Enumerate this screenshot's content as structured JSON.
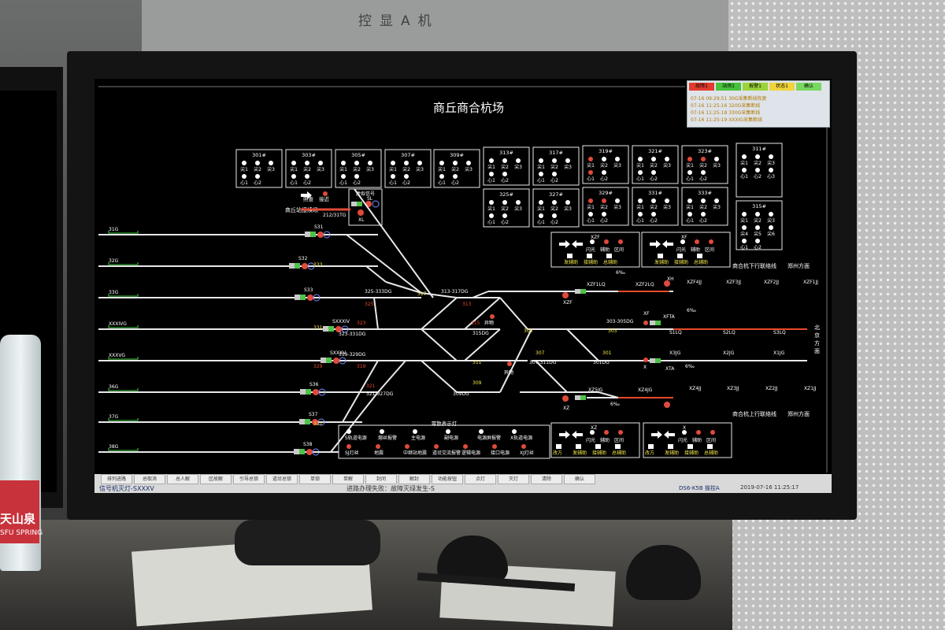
{
  "environment": {
    "cabinet_label": "控显A机",
    "bottle_brand": "天山泉",
    "bottle_brand_en": "SFU SPRING"
  },
  "screen": {
    "title": "商丘商合杭场",
    "alarm_buttons": [
      {
        "label": "故障1",
        "color": "#e23b2e"
      },
      {
        "label": "站场1",
        "color": "#48c23a"
      },
      {
        "label": "报警1",
        "color": "#9ad33a"
      },
      {
        "label": "状态1",
        "color": "#f0d43a"
      },
      {
        "label": "确认",
        "color": "#78d860"
      }
    ],
    "alarm_log": [
      "07-16 09:29:51 30G采集断线恢复",
      "07-16 11:25:16 320G采集断线",
      "07-16 11:25:18 330G采集断线",
      "07-16 11:25:19 XXXIG采集断线"
    ],
    "switch_boxes": [
      {
        "id": "301#",
        "rows": [
          [
            "尖1",
            "尖2",
            "尖3"
          ],
          [
            "心1",
            "心2"
          ]
        ],
        "red": []
      },
      {
        "id": "303#",
        "rows": [
          [
            "尖1",
            "尖2",
            "尖3"
          ],
          [
            "心1",
            "心2"
          ]
        ],
        "red": []
      },
      {
        "id": "305#",
        "rows": [
          [
            "尖1",
            "尖2",
            "尖3"
          ],
          [
            "心1",
            "心2"
          ]
        ],
        "red": []
      },
      {
        "id": "307#",
        "rows": [
          [
            "尖1",
            "尖2",
            "尖3"
          ],
          [
            "心1",
            "心2"
          ]
        ],
        "red": []
      },
      {
        "id": "309#",
        "rows": [
          [
            "尖1",
            "尖2",
            "尖3"
          ],
          [
            "心1",
            "心2"
          ]
        ],
        "red": []
      },
      {
        "id": "313#",
        "rows": [
          [
            "尖1",
            "尖2",
            "尖3"
          ],
          [
            "心1",
            "心2"
          ]
        ],
        "red": []
      },
      {
        "id": "317#",
        "rows": [
          [
            "尖1",
            "尖2",
            "尖3"
          ],
          [
            "心1",
            "心2"
          ]
        ],
        "red": []
      },
      {
        "id": "319#",
        "rows": [
          [
            "尖1",
            "尖2",
            "尖3"
          ],
          [
            "心1",
            "心2"
          ]
        ],
        "red": [
          0,
          3
        ]
      },
      {
        "id": "321#",
        "rows": [
          [
            "尖1",
            "尖2",
            "尖3"
          ],
          [
            "心1",
            "心2"
          ]
        ],
        "red": []
      },
      {
        "id": "323#",
        "rows": [
          [
            "尖1",
            "尖2",
            "尖3"
          ],
          [
            "心1",
            "心2"
          ]
        ],
        "red": [
          0,
          1
        ]
      },
      {
        "id": "311#",
        "rows": [
          [
            "尖1",
            "尖2",
            "尖3"
          ],
          [
            "心1",
            "心2",
            "心3"
          ]
        ],
        "red": []
      },
      {
        "id": "325#",
        "rows": [
          [
            "尖1",
            "尖2",
            "尖3"
          ],
          [
            "心1",
            "心2"
          ]
        ],
        "red": []
      },
      {
        "id": "327#",
        "rows": [
          [
            "尖1",
            "尖2",
            "尖3"
          ],
          [
            "心1",
            "心2"
          ]
        ],
        "red": []
      },
      {
        "id": "329#",
        "rows": [
          [
            "尖1",
            "尖2",
            "尖3"
          ],
          [
            "心1",
            "心2"
          ]
        ],
        "red": [
          0,
          1
        ]
      },
      {
        "id": "331#",
        "rows": [
          [
            "尖1",
            "尖2",
            "尖3"
          ],
          [
            "心1",
            "心2"
          ]
        ],
        "red": []
      },
      {
        "id": "333#",
        "rows": [
          [
            "尖1",
            "尖2",
            "尖3"
          ],
          [
            "心1",
            "心2"
          ]
        ],
        "red": []
      },
      {
        "id": "315#",
        "rows": [
          [
            "尖1",
            "尖2",
            "尖3"
          ],
          [
            "尖4",
            "尖5",
            "尖6"
          ],
          [
            "心1",
            "心2"
          ]
        ],
        "red": []
      }
    ],
    "left_station": {
      "label": "商丘站接续场",
      "buttons": [
        "照查",
        "接近"
      ],
      "signal_box": "虚拟信号",
      "track": "212/31TG",
      "xl": "XL",
      "sl": "SL"
    },
    "tracks": [
      {
        "name": "31G",
        "signal": "S31"
      },
      {
        "name": "32G",
        "signal": "S32"
      },
      {
        "name": "33G",
        "signal": "S33"
      },
      {
        "name": "XXXIVG",
        "signal": "SXXXIV"
      },
      {
        "name": "XXXVG",
        "signal": "SXXXV"
      },
      {
        "name": "36G",
        "signal": "S36"
      },
      {
        "name": "37G",
        "signal": "S37"
      },
      {
        "name": "38G",
        "signal": "S38"
      }
    ],
    "switch_labels": {
      "white": [
        "333",
        "331",
        "327",
        "317",
        "311",
        "309",
        "305",
        "303",
        "307",
        "301"
      ],
      "red": [
        "325",
        "323",
        "329",
        "319",
        "321",
        "313",
        "315"
      ]
    },
    "section_labels": [
      "325-333DG",
      "323-331DG",
      "319-329DG",
      "321-327DG",
      "313-317DG",
      "315DG",
      "309DG",
      "303-305DG",
      "307-311DG",
      "301DG"
    ],
    "right_labels": {
      "xzf1lq": "XZF1LQ",
      "xzf2lq": "XZF2LQ",
      "xh": "XH",
      "xzf4jj": "XZF4JJ",
      "xzf3jj": "XZF3JJ",
      "xzf2jj": "XZF2JJ",
      "xzf1jj": "XZF1JJ",
      "xzf": "XZF",
      "xf": "XF",
      "xfta": "XFTA",
      "s1lq": "S1LQ",
      "s2lq": "S2LQ",
      "s3lq": "S3LQ",
      "x3jg": "X3JG",
      "x2jg": "X2JG",
      "x1jg": "X1JG",
      "x": "X",
      "xta": "XTA",
      "xz5jg": "XZ5JG",
      "xz4jg": "XZ4JG",
      "xz": "XZ",
      "xz4jj": "XZ4JJ",
      "xz3jj": "XZ3JJ",
      "xz2jj": "XZ2JJ",
      "xz1jj": "XZ1JJ",
      "yiwu": "异物",
      "pct": "6‰",
      "line_down": "商合杭下行联络线",
      "line_up": "商合杭上行联络线",
      "zz_dir": "郑州方面",
      "bj_dir": "北京方面"
    },
    "panels": [
      {
        "top": "XZF",
        "labels": [
          "闪光",
          "辅助",
          "区间"
        ],
        "bottom": [
          "发辅助",
          "接辅助",
          "总辅助"
        ]
      },
      {
        "top": "XF",
        "labels": [
          "闪光",
          "辅助",
          "区间"
        ],
        "bottom": [
          "发辅助",
          "接辅助",
          "总辅助"
        ]
      },
      {
        "top": "XZ",
        "labels": [
          "闪光",
          "辅助",
          "区间"
        ],
        "bottom": [
          "改方",
          "发辅助",
          "接辅助",
          "总辅助"
        ]
      },
      {
        "top": "X",
        "labels": [
          "闪光",
          "辅助",
          "区间"
        ],
        "bottom": [
          "改方",
          "发辅助",
          "接辅助",
          "总辅助"
        ]
      }
    ],
    "legend": {
      "title": "零散表示灯",
      "row1": [
        "S轨道电源",
        "熔丝报警",
        "主电源",
        "副电源",
        "电源屏报警",
        "X轨道电源"
      ],
      "row2": [
        "SJ灯丝",
        "地震",
        "中继站地震",
        "道岔交流报警",
        "逻辑电源",
        "接口电源",
        "XJ灯丝"
      ]
    },
    "statusbar": {
      "menu": [
        "排列进路",
        "总取消",
        "总人解",
        "区故解",
        "引导总锁",
        "道岔总锁",
        "单锁",
        "单解",
        "封闭",
        "解封",
        "功能按钮",
        "点灯",
        "灭灯",
        "清除",
        "确认"
      ],
      "left": "信号机灭灯-SXXXV",
      "mid": "进路办理失败：故障灭绿发生-S",
      "right": "DS6-K5B",
      "control": "操控A",
      "timestamp": "2019-07-16 11:25:17"
    }
  }
}
